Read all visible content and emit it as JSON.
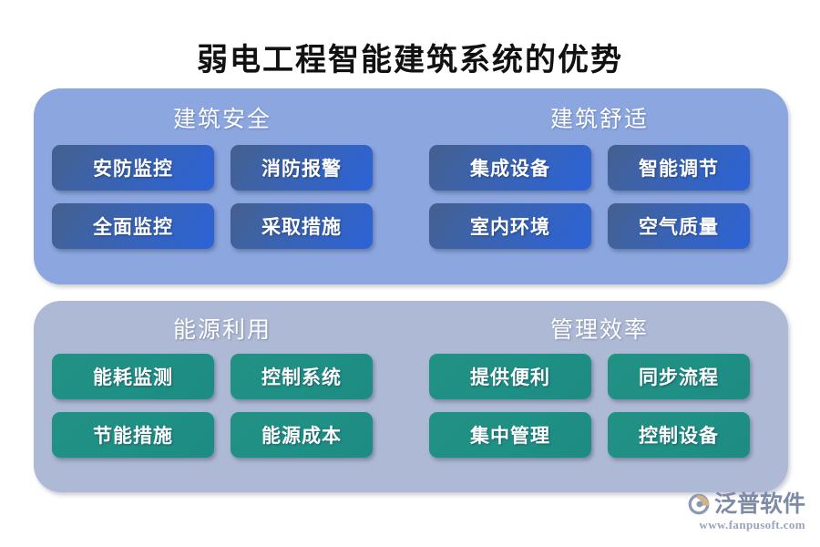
{
  "page": {
    "title": "弱电工程智能建筑系统的优势",
    "background": "#ffffff"
  },
  "colors": {
    "title_text": "#111111",
    "top_panel": "#8ca7e0",
    "bottom_panel": "#aebad5",
    "blue_chip": "#2b63d8",
    "teal_chip": "#219183",
    "chip_text": "#ffffff",
    "logo_text": "#7e8ba6",
    "logo_url_text": "#98a4ba"
  },
  "panels": [
    {
      "id": "top-panel",
      "variant": "blue",
      "groups": [
        {
          "id": "building-safety",
          "title": "建筑安全",
          "chips": [
            "安防监控",
            "消防报警",
            "全面监控",
            "采取措施"
          ]
        },
        {
          "id": "building-comfort",
          "title": "建筑舒适",
          "chips": [
            "集成设备",
            "智能调节",
            "室内环境",
            "空气质量"
          ]
        }
      ]
    },
    {
      "id": "bottom-panel",
      "variant": "gray",
      "groups": [
        {
          "id": "energy-use",
          "title": "能源利用",
          "chips": [
            "能耗监测",
            "控制系统",
            "节能措施",
            "能源成本"
          ]
        },
        {
          "id": "management-efficiency",
          "title": "管理效率",
          "chips": [
            "提供便利",
            "同步流程",
            "集中管理",
            "控制设备"
          ]
        }
      ]
    }
  ],
  "logo": {
    "mark": "fanpu-swoosh-icon",
    "name": "泛普软件",
    "url": "www.fanpusoft.com"
  }
}
